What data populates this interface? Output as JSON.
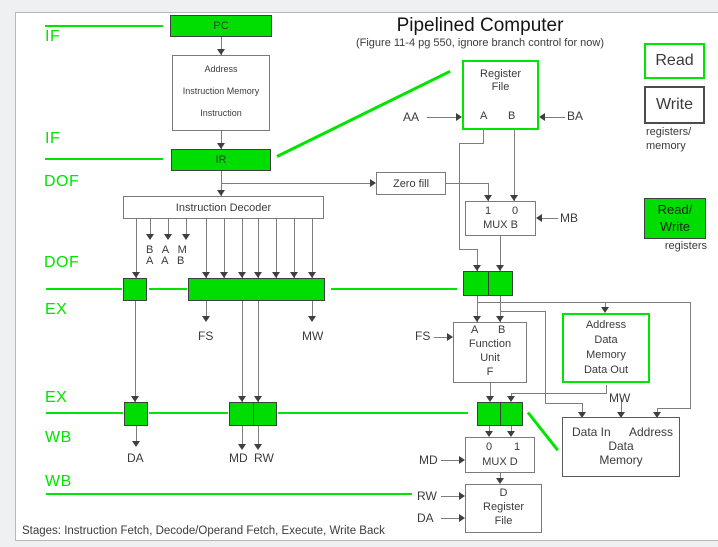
{
  "title": {
    "main": "Pipelined Computer",
    "subtitle": "(Figure 11-4 pg 550, ignore branch control for now)"
  },
  "footer": {
    "stages": "Stages: Instruction Fetch, Decode/Operand Fetch, Execute, Write Back"
  },
  "stages": {
    "if": "IF",
    "dof": "DOF",
    "ex": "EX",
    "wb": "WB"
  },
  "blocks": {
    "pc": "PC",
    "instruction_memory": {
      "l1": "Address",
      "l2": "Instruction Memory",
      "l3": "Instruction"
    },
    "ir": "IR",
    "decoder": "Instruction Decoder",
    "zero_fill": "Zero fill",
    "register_file": {
      "l1": "Register",
      "l2": "File",
      "port_a": "A",
      "port_b": "B"
    },
    "mux_b": {
      "sel1": "1",
      "sel0": "0",
      "label": "MUX B"
    },
    "function_unit": {
      "port_a": "A",
      "port_b": "B",
      "l1": "Function",
      "l2": "Unit",
      "l3": "F"
    },
    "data_memory_read": {
      "l1": "Address",
      "l2": "Data",
      "l3": "Memory",
      "l4": "Data Out"
    },
    "mux_d": {
      "sel0": "0",
      "sel1": "1",
      "label": "MUX D"
    },
    "d_register_file": {
      "l1": "D",
      "l2": "Register",
      "l3": "File"
    },
    "data_memory_write": {
      "data_in": "Data In",
      "address": "Address",
      "l2": "Data",
      "l3": "Memory"
    }
  },
  "signals": {
    "aa": "AA",
    "ba": "BA",
    "mb": "MB",
    "fs": "FS",
    "mw": "MW",
    "md": "MD",
    "rw": "RW",
    "da": "DA",
    "decode_row1": "B A M",
    "decode_row2": "A A B"
  },
  "legend": {
    "read": "Read",
    "write": "Write",
    "note1": "registers/",
    "note2": "memory",
    "read_write_l1": "Read/",
    "read_write_l2": "Write",
    "note3": "registers"
  },
  "colors": {
    "green": "#00dd00",
    "wire": "#7d7d7d"
  }
}
